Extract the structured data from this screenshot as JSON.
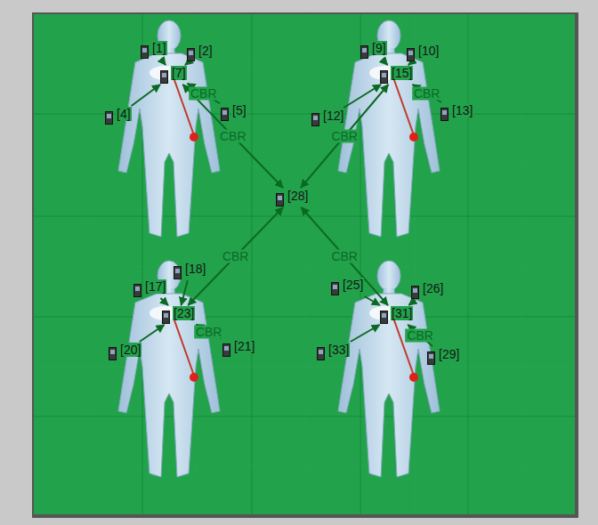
{
  "diagram": {
    "nodes": [
      {
        "text": [
          "[1]"
        ]
      },
      {
        "text": [
          "[2]"
        ]
      },
      {
        "text": [
          "[7]"
        ]
      },
      {
        "text": [
          "[4]"
        ]
      },
      {
        "text": [
          "[5]"
        ]
      },
      {
        "text": [
          "[9]"
        ]
      },
      {
        "text": [
          "[10]"
        ]
      },
      {
        "text": [
          "[15]"
        ]
      },
      {
        "text": [
          "[12]"
        ]
      },
      {
        "text": [
          "[13]"
        ]
      },
      {
        "text": [
          "[28]"
        ]
      },
      {
        "text": [
          "[17]"
        ]
      },
      {
        "text": [
          "[18]"
        ]
      },
      {
        "text": [
          "[23]"
        ]
      },
      {
        "text": [
          "[20]"
        ]
      },
      {
        "text": [
          "[21]"
        ]
      },
      {
        "text": [
          "[25]"
        ]
      },
      {
        "text": [
          "[26]"
        ]
      },
      {
        "text": [
          "[31]"
        ]
      },
      {
        "text": [
          "[33]"
        ]
      },
      {
        "text": [
          "[29]"
        ]
      }
    ],
    "edges": [
      {
        "from": 0,
        "to": 2,
        "arrow": "to"
      },
      {
        "from": 1,
        "to": 2,
        "arrow": "to"
      },
      {
        "from": 3,
        "to": 2,
        "arrow": "to"
      },
      {
        "from": 4,
        "to": 2,
        "arrow": "to",
        "label": "CBR"
      },
      {
        "from": 2,
        "to": 10,
        "arrow": "both",
        "label": "CBR"
      },
      {
        "from": 5,
        "to": 7,
        "arrow": "to"
      },
      {
        "from": 6,
        "to": 7,
        "arrow": "to"
      },
      {
        "from": 8,
        "to": 7,
        "arrow": "to"
      },
      {
        "from": 9,
        "to": 7,
        "arrow": "to",
        "label": "CBR"
      },
      {
        "from": 7,
        "to": 10,
        "arrow": "both",
        "label": "CBR"
      },
      {
        "from": 11,
        "to": 13,
        "arrow": "to"
      },
      {
        "from": 12,
        "to": 13,
        "arrow": "to"
      },
      {
        "from": 14,
        "to": 13,
        "arrow": "to"
      },
      {
        "from": 15,
        "to": 13,
        "arrow": "to",
        "label": "CBR"
      },
      {
        "from": 13,
        "to": 10,
        "arrow": "both",
        "label": "CBR"
      },
      {
        "from": 16,
        "to": 18,
        "arrow": "to"
      },
      {
        "from": 17,
        "to": 18,
        "arrow": "to"
      },
      {
        "from": 19,
        "to": 18,
        "arrow": "to"
      },
      {
        "from": 20,
        "to": 18,
        "arrow": "to",
        "label": "CBR"
      },
      {
        "from": 18,
        "to": 10,
        "arrow": "both",
        "label": "CBR"
      }
    ]
  }
}
